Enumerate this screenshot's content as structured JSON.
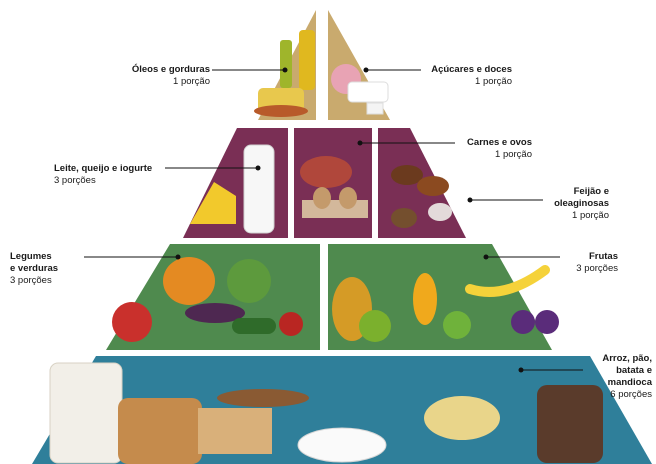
{
  "pyramid": {
    "colors": {
      "top_left": "#c9aa6e",
      "top_right": "#c9aa6e",
      "second": "#7a2f55",
      "third": "#4f8a4e",
      "base": "#2f7f9a"
    },
    "levels": [
      {
        "key": "oleos",
        "title": "Óleos e gorduras",
        "portions": "1 porção"
      },
      {
        "key": "acucares",
        "title": "Açúcares e doces",
        "portions": "1 porção"
      },
      {
        "key": "leite",
        "title": "Leite, queijo e iogurte",
        "portions": "3 porções"
      },
      {
        "key": "carnes",
        "title": "Carnes e ovos",
        "portions": "1 porção"
      },
      {
        "key": "feijao",
        "title_line1": "Feijão e",
        "title_line2": "oleaginosas",
        "portions": "1 porção"
      },
      {
        "key": "legumes",
        "title_line1": "Legumes",
        "title_line2": "e verduras",
        "portions": "3 porções"
      },
      {
        "key": "frutas",
        "title": "Frutas",
        "portions": "3 porções"
      },
      {
        "key": "arroz",
        "title_line1": "Arroz, pão,",
        "title_line2": "batata e",
        "title_line3": "mandioca",
        "portions": "6 porções"
      }
    ]
  }
}
